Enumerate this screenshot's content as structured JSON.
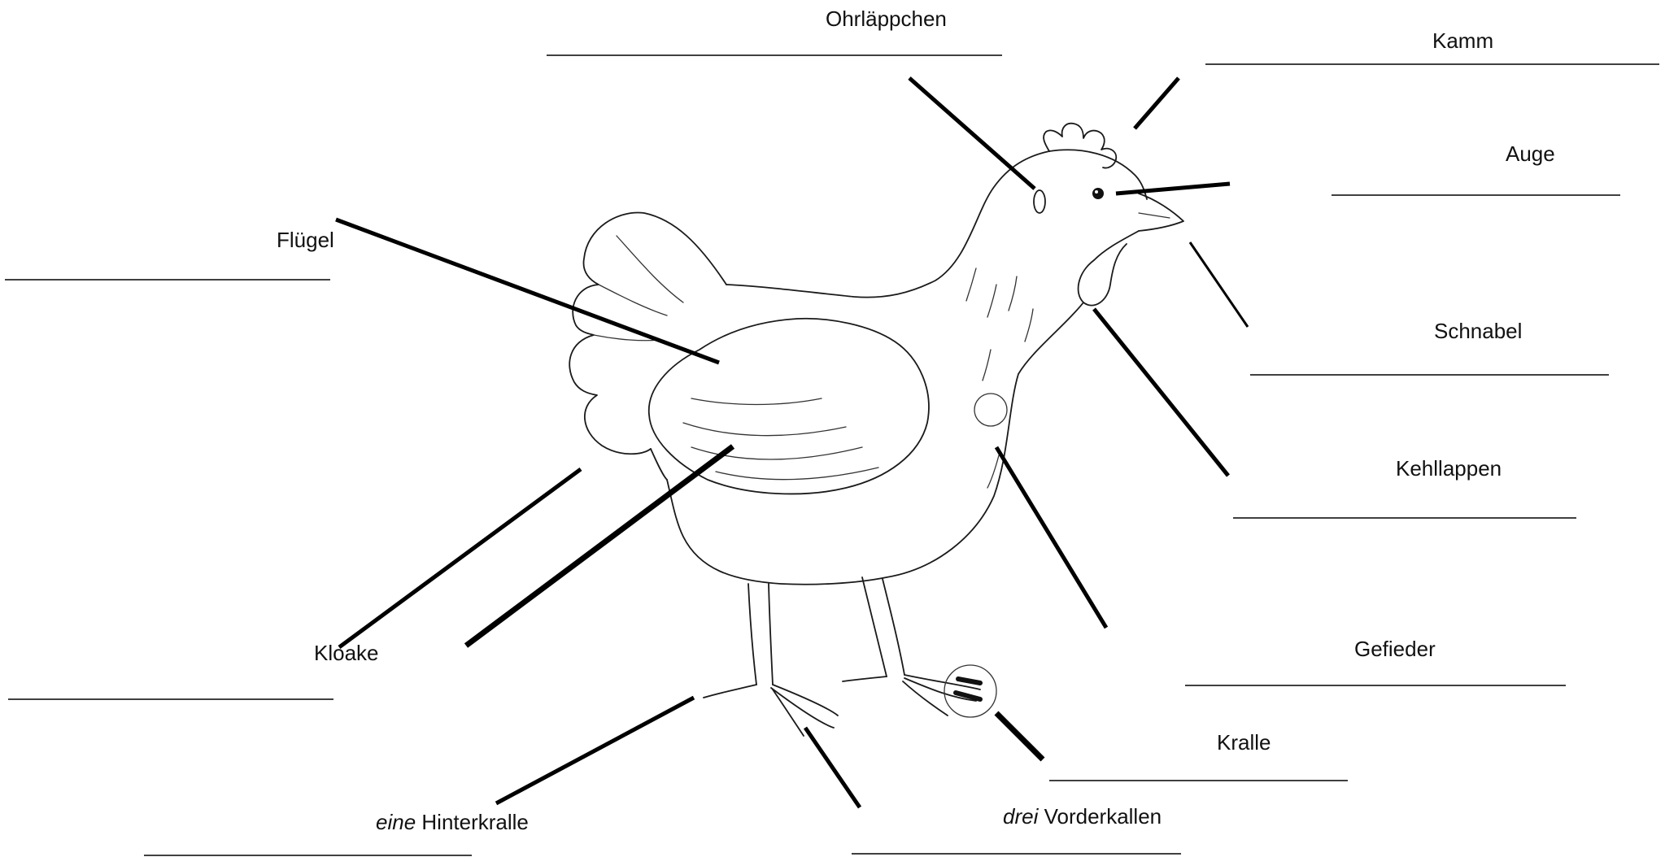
{
  "labels": {
    "ohrlaeppchen": "Ohrläppchen",
    "kamm": "Kamm",
    "auge": "Auge",
    "fluegel": "Flügel",
    "schnabel": "Schnabel",
    "kehllappen": "Kehllappen",
    "gefieder": "Gefieder",
    "kloake": "Kloake",
    "kralle": "Kralle",
    "hinterkralle_prefix": "eine",
    "hinterkralle_word": "Hinterkralle",
    "vorderkrallen_prefix": "drei",
    "vorderkrallen_word": "Vorderkallen"
  }
}
